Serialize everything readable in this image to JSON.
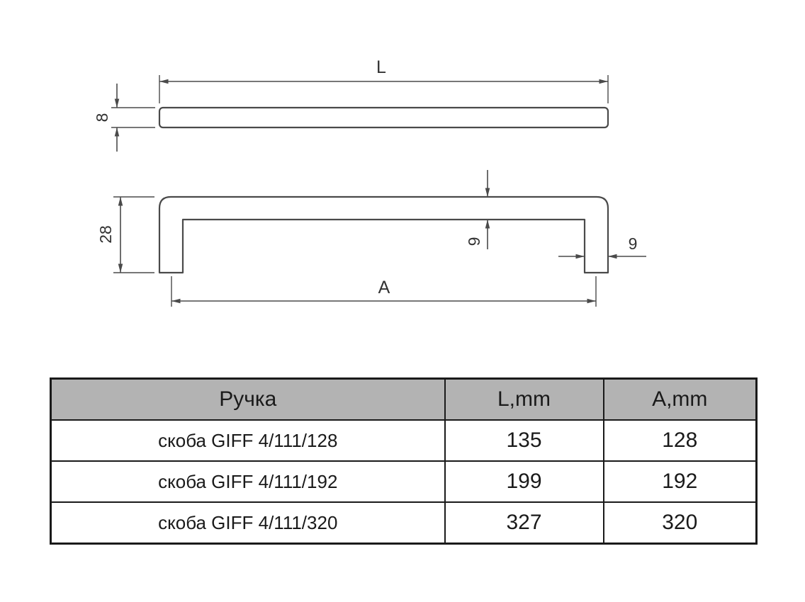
{
  "drawing": {
    "labels": {
      "length": "L",
      "bar_height": "8",
      "handle_height": "28",
      "bar_thickness": "9",
      "leg_width": "9",
      "hole_distance": "A"
    }
  },
  "table": {
    "headers": [
      "Ручка",
      "L,mm",
      "A,mm"
    ],
    "rows": [
      {
        "name": "скоба GIFF 4/111/128",
        "l": "135",
        "a": "128"
      },
      {
        "name": "скоба GIFF 4/111/192",
        "l": "199",
        "a": "192"
      },
      {
        "name": "скоба GIFF 4/111/320",
        "l": "327",
        "a": "320"
      }
    ]
  },
  "colors": {
    "line": "#4a4a4a",
    "table_border": "#1a1a1a",
    "header_bg": "#b3b3b3",
    "text": "#1a1a1a"
  }
}
